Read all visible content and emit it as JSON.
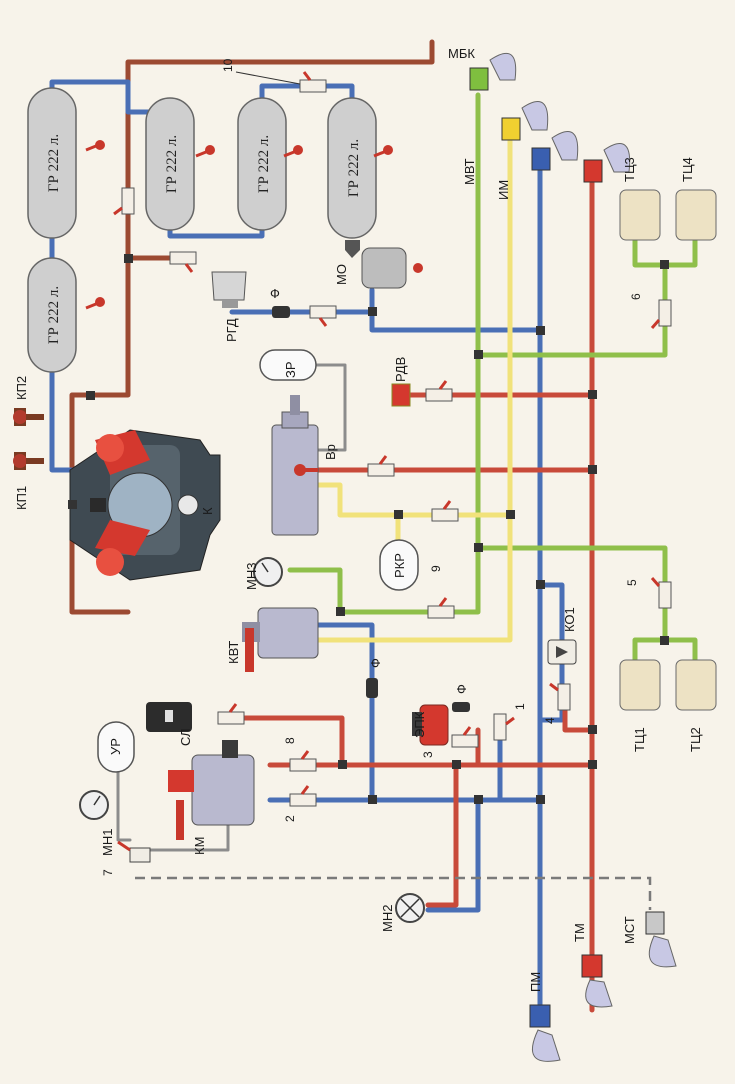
{
  "reservoirs": [
    {
      "label": "ГР 222 л."
    },
    {
      "label": "ГР 222 л."
    },
    {
      "label": "ГР 222 л."
    },
    {
      "label": "ГР 222 л."
    },
    {
      "label": "ГР 222 л."
    }
  ],
  "labels": {
    "mbk": "МБК",
    "mvt": "МВТ",
    "im": "ИМ",
    "tc3": "ТЦ3",
    "tc4": "ТЦ4",
    "tc1": "ТЦ1",
    "tc2": "ТЦ2",
    "mo": "МО",
    "rgd": "РГД",
    "f1": "Ф",
    "f2": "Ф",
    "f3": "Ф",
    "rdv": "РДВ",
    "zr": "ЗР",
    "vr": "Вр",
    "rkr": "РКР",
    "kp1": "КП1",
    "kp2": "КП2",
    "k": "К",
    "mn3": "МН3",
    "kvt": "КВТ",
    "ko1": "КО1",
    "epk": "ЭПК",
    "sl": "СЛ",
    "ur": "УР",
    "mn1": "МН1",
    "km": "КМ",
    "mn2": "МН2",
    "pm": "ПМ",
    "tm": "ТМ",
    "mst": "МСТ"
  },
  "numbers": {
    "n1": "1",
    "n2": "2",
    "n3": "3",
    "n4": "4",
    "n5": "5",
    "n6": "6",
    "n7": "7",
    "n8": "8",
    "n9": "9",
    "n10": "10"
  },
  "colors": {
    "pressure_line": "#c84a3a",
    "feed_line": "#4a6fb5",
    "brake_cylinder_line": "#8fbf4a",
    "impulse_line": "#f1e27a",
    "compressor_line": "#9c4a32",
    "background": "#f7f3ea"
  }
}
